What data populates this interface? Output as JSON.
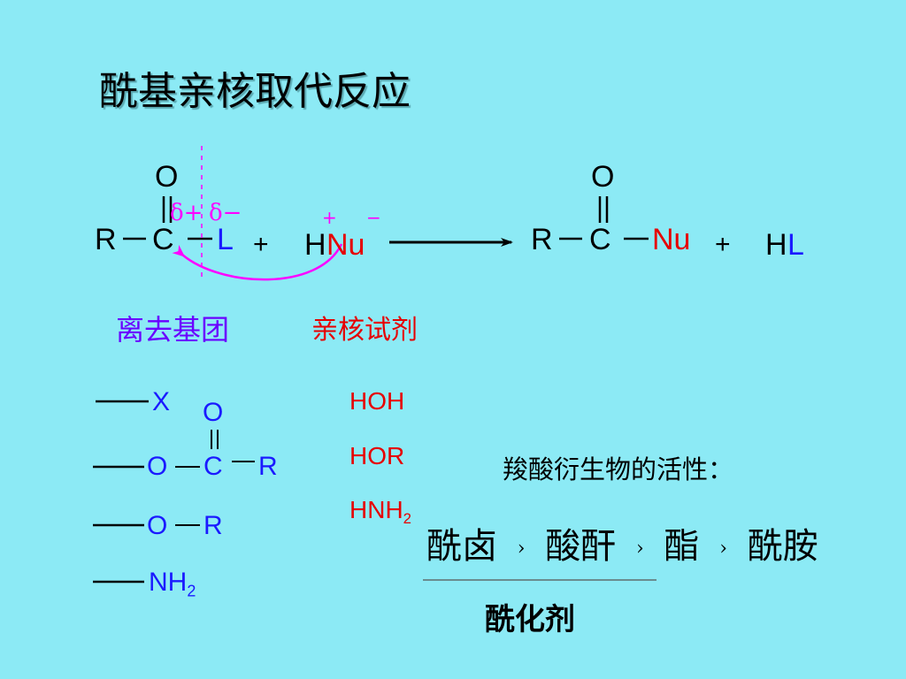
{
  "title": "酰基亲核取代反应",
  "reaction": {
    "oxygen": "O",
    "r": "R",
    "carbon": "C",
    "leaving_group": "L",
    "plus": "+",
    "h": "H",
    "nu": "Nu",
    "delta_plus": "δ+",
    "delta_minus": "δ−",
    "charge_plus": "+",
    "charge_minus": "−",
    "product_plus": "+",
    "byproduct_h": "H",
    "byproduct_l": "L"
  },
  "labels": {
    "leaving_group": "离去基团",
    "nucleophile": "亲核试剂"
  },
  "leaving_groups": {
    "x": "X",
    "o1": "O",
    "carbonyl_o": "O",
    "c": "C",
    "r1": "R",
    "o2": "O",
    "r2": "R",
    "nh": "NH",
    "nh_sub": "2"
  },
  "nucleophiles": {
    "hoh": "HOH",
    "hor": "HOR",
    "hnh": "HNH",
    "hnh_sub": "2"
  },
  "activity": {
    "heading": "羧酸衍生物的活性：",
    "items": [
      "酰卤",
      "酸酐",
      "酯",
      "酰胺"
    ],
    "separator": "›",
    "acylating_agent": "酰化剂"
  },
  "colors": {
    "background": "#8ceaf5",
    "blue": "#1a1aff",
    "red": "#e60000",
    "magenta": "#ff00ff"
  }
}
